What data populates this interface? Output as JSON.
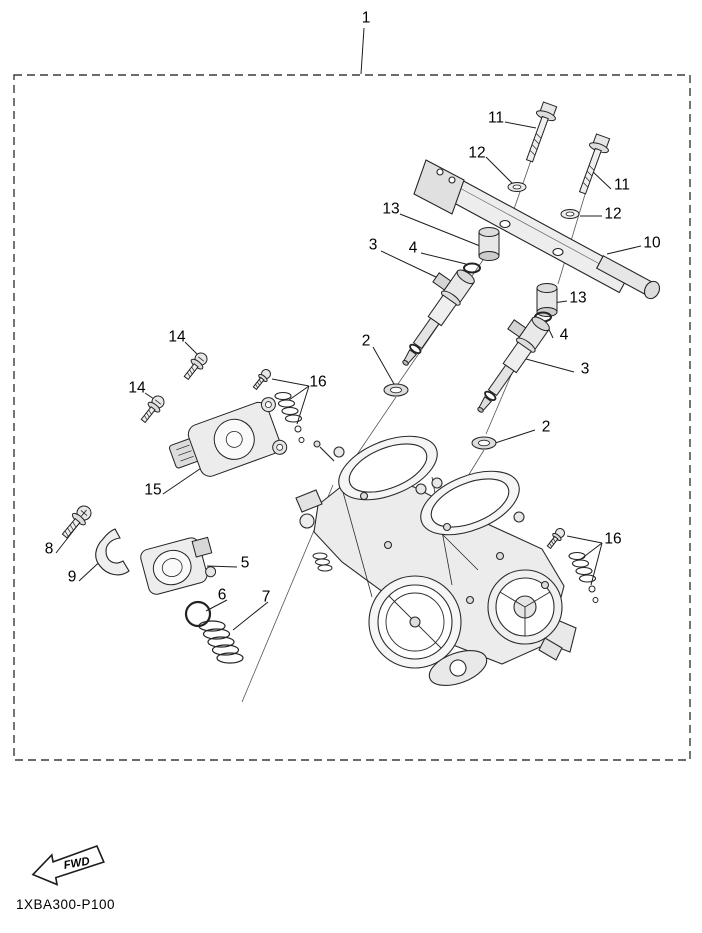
{
  "figure": {
    "part_code": "1XBA300-P100",
    "fwd_label": "FWD"
  },
  "callouts": [
    {
      "label": "1"
    },
    {
      "label": "11"
    },
    {
      "label": "12"
    },
    {
      "label": "13"
    },
    {
      "label": "3"
    },
    {
      "label": "4"
    },
    {
      "label": "2"
    },
    {
      "label": "14"
    },
    {
      "label": "14"
    },
    {
      "label": "16"
    },
    {
      "label": "15"
    },
    {
      "label": "8"
    },
    {
      "label": "9"
    },
    {
      "label": "5"
    },
    {
      "label": "6"
    },
    {
      "label": "7"
    },
    {
      "label": "11"
    },
    {
      "label": "12"
    },
    {
      "label": "10"
    },
    {
      "label": "13"
    },
    {
      "label": "4"
    },
    {
      "label": "3"
    },
    {
      "label": "2"
    },
    {
      "label": "16"
    }
  ]
}
